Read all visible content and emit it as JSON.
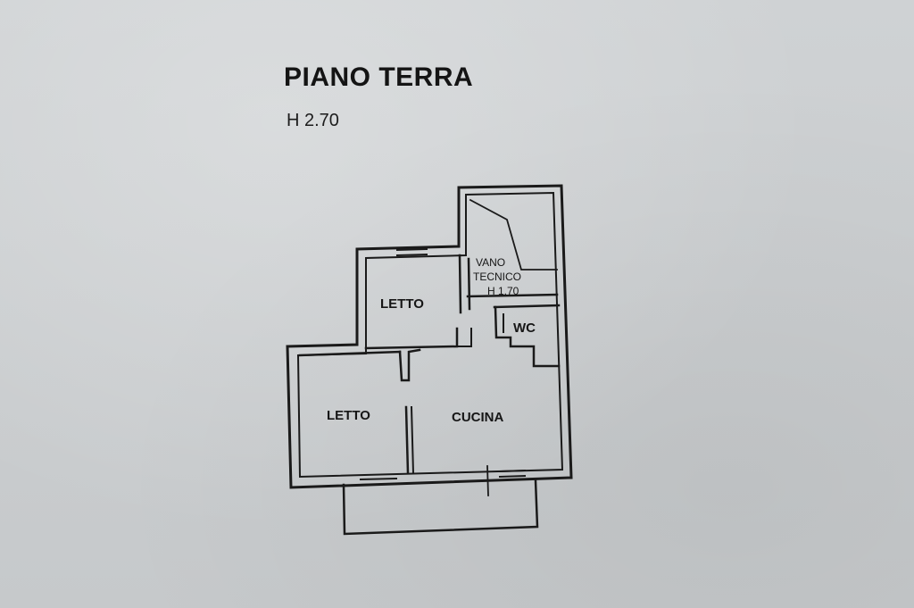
{
  "header": {
    "title": "PIANO TERRA",
    "height_note": "H 2.70"
  },
  "rooms": {
    "letto_upper": "LETTO",
    "letto_lower": "LETTO",
    "cucina": "CUCINA",
    "wc": "WC",
    "vano_line1": "VANO",
    "vano_line2": "TECNICO",
    "vano_line3": "H 1.70"
  },
  "colors": {
    "paper": "#c9ccce",
    "ink": "#161616"
  }
}
